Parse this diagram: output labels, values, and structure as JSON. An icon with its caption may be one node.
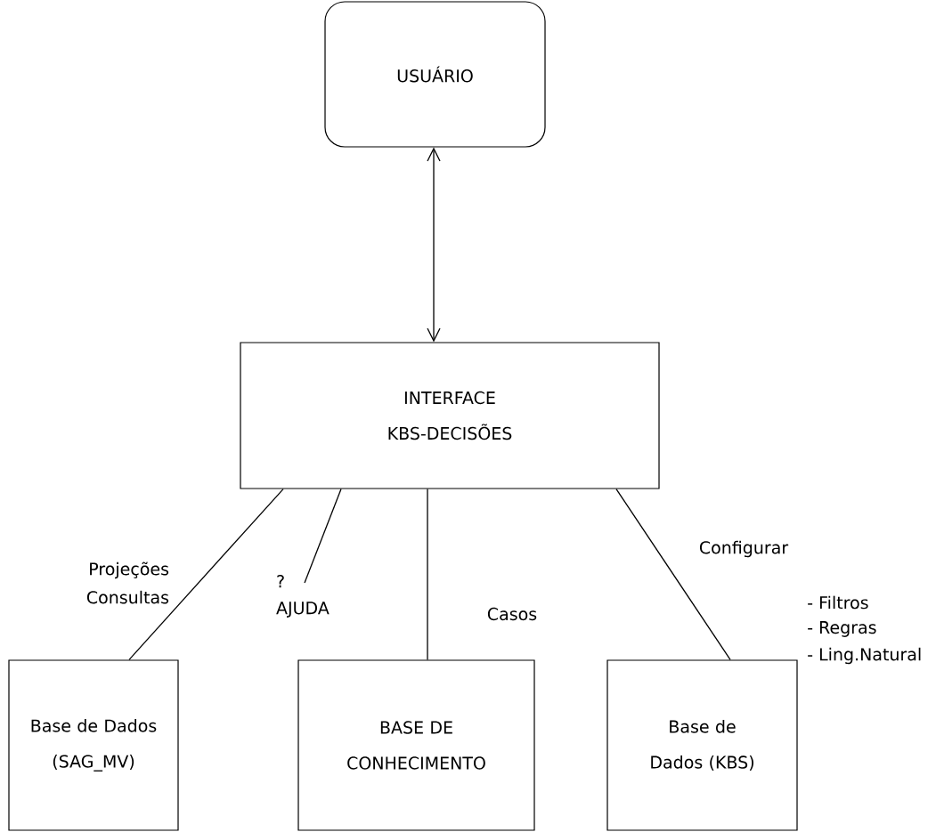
{
  "diagram": {
    "nodes": [
      {
        "text": [
          "USUÁRIO"
        ]
      },
      {
        "text": [
          "INTERFACE KBS-DECISÕES"
        ]
      },
      {
        "text": [
          "Base de Dados (SAG_MV)"
        ]
      },
      {
        "text": [
          "BASE DE CONHECIMENTO"
        ]
      },
      {
        "text": [
          "Base de Dados (KBS)"
        ]
      },
      {
        "text": [
          "? AJUDA"
        ]
      }
    ],
    "edges": [
      {
        "from": 0,
        "to": 1,
        "arrow": "both"
      },
      {
        "from": 1,
        "to": 2,
        "arrow": "none",
        "label": "Projeções Consultas"
      },
      {
        "from": 1,
        "to": 5,
        "arrow": "none"
      },
      {
        "from": 1,
        "to": 3,
        "arrow": "none",
        "label": "Casos"
      },
      {
        "from": 1,
        "to": 4,
        "arrow": "none",
        "label": "Configurar"
      }
    ],
    "labels": [
      "- Filtros",
      "- Regras",
      "- Ling.Natural"
    ]
  }
}
